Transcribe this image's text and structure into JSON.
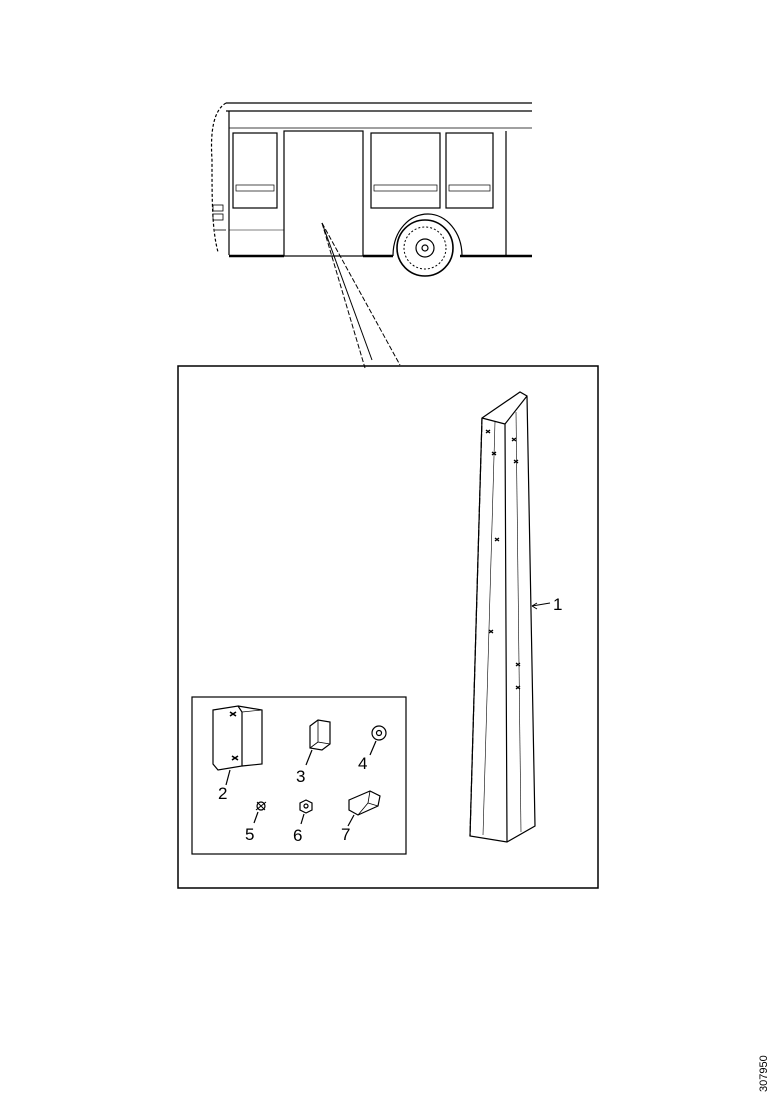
{
  "diagram": {
    "callouts": [
      {
        "id": "1",
        "label": "1"
      },
      {
        "id": "2",
        "label": "2"
      },
      {
        "id": "3",
        "label": "3"
      },
      {
        "id": "4",
        "label": "4"
      },
      {
        "id": "5",
        "label": "5"
      },
      {
        "id": "6",
        "label": "6"
      },
      {
        "id": "7",
        "label": "7"
      }
    ],
    "reference_code": "307950",
    "colors": {
      "line": "#000000",
      "background": "#ffffff",
      "light_fill": "#f2f2f2"
    }
  }
}
